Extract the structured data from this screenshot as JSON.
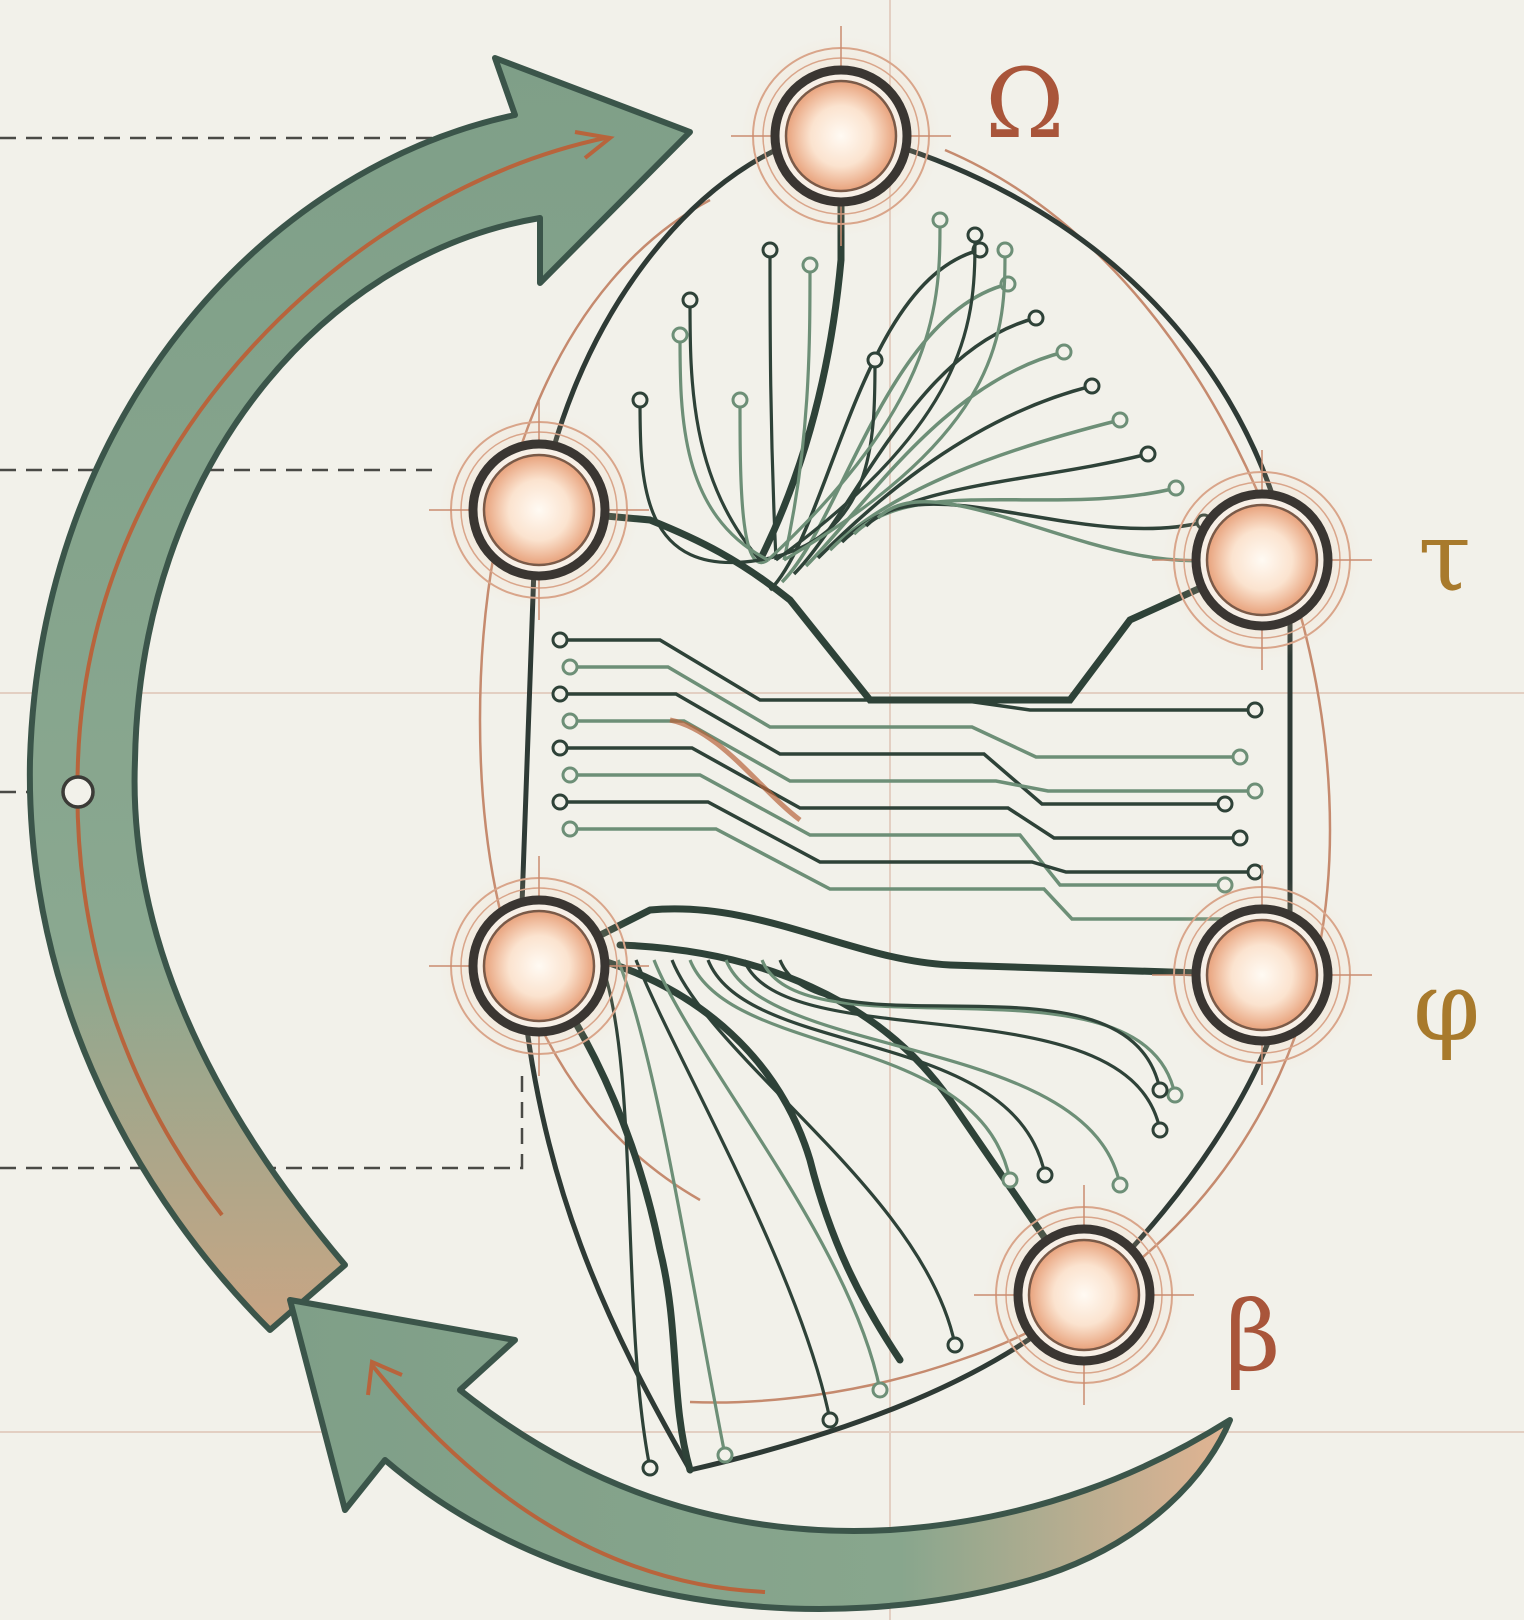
{
  "diagram": {
    "nodes": [
      {
        "id": "top",
        "label": "Ω",
        "label_color": "#a9553a"
      },
      {
        "id": "upper-right",
        "label": "τ",
        "label_color": "#a87a2c"
      },
      {
        "id": "lower-right",
        "label": "φ",
        "label_color": "#a87a2c"
      },
      {
        "id": "bottom",
        "label": "β",
        "label_color": "#a9553a"
      },
      {
        "id": "upper-left",
        "label": ""
      },
      {
        "id": "lower-left",
        "label": ""
      }
    ],
    "colors": {
      "background": "#f2f1ea",
      "arrow_fill": "#7f9f88",
      "arrow_stroke": "#3b554a",
      "accent_copper": "#b8643c",
      "circuit_dark": "#2e4238",
      "circuit_green": "#6d8f77",
      "node_glow": "#f4c9a8",
      "node_ring": "#3a3632"
    },
    "icons": [
      "cycle-arrow-icon",
      "circuit-node-icon"
    ]
  }
}
